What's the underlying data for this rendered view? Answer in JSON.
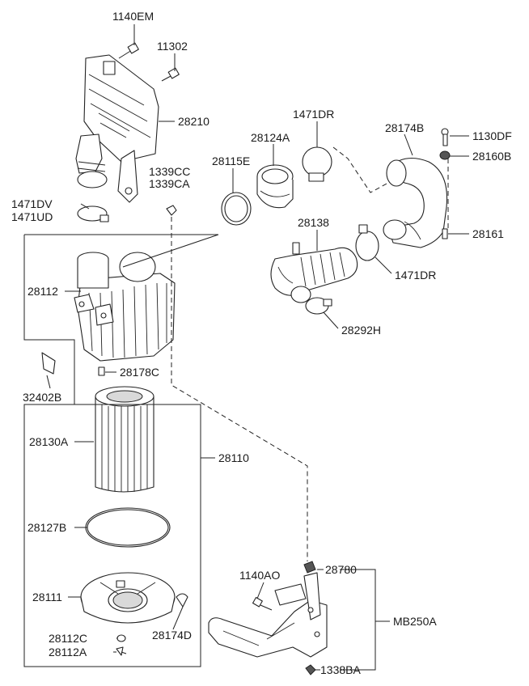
{
  "labels": {
    "p1140EM": "1140EM",
    "p11302": "11302",
    "p28210": "28210",
    "p1471DR_top": "1471DR",
    "p28124A": "28124A",
    "p28174B": "28174B",
    "p1130DF": "1130DF",
    "p28160B": "28160B",
    "p1339CC": "1339CC",
    "p1339CA": "1339CA",
    "p28115E": "28115E",
    "p1471DV": "1471DV",
    "p1471UD": "1471UD",
    "p28138": "28138",
    "p28161": "28161",
    "p1471DR_mid": "1471DR",
    "p28112": "28112",
    "p28292H": "28292H",
    "p28178C": "28178C",
    "p32402B": "32402B",
    "p28130A": "28130A",
    "p28110": "28110",
    "p28127B": "28127B",
    "p28780": "28780",
    "p1140AO": "1140AO",
    "p28111": "28111",
    "pMB250A": "MB250A",
    "p28112C": "28112C",
    "p28174D": "28174D",
    "p28112A": "28112A",
    "p1338BA": "1338BA"
  }
}
